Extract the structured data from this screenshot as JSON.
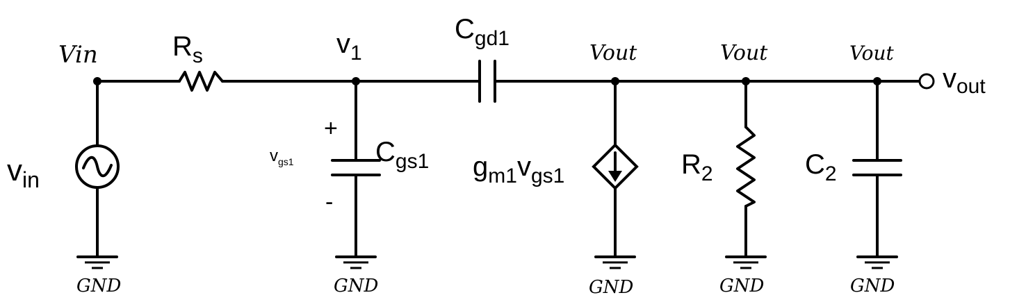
{
  "labels": {
    "vin_node": "Vin",
    "rs": {
      "main": "R",
      "sub": "s"
    },
    "v1": {
      "main": "v",
      "sub": "1"
    },
    "cgd1": {
      "main": "C",
      "sub": "gd1"
    },
    "vout_node_1": "Vout",
    "vout_node_2": "Vout",
    "vout_node_3": "Vout",
    "vout_terminal": {
      "main": "v",
      "sub": "out"
    },
    "vin_source": {
      "main": "v",
      "sub": "in"
    },
    "vgs1": {
      "main": "v",
      "sub": "gs1"
    },
    "plus": "+",
    "minus": "-",
    "cgs1": {
      "main": "C",
      "sub": "gs1"
    },
    "gm": {
      "g": "g",
      "m1": "m1",
      "v": "v",
      "gs1": "gs1"
    },
    "r2": {
      "main": "R",
      "sub": "2"
    },
    "c2": {
      "main": "C",
      "sub": "2"
    },
    "gnd": [
      "GND",
      "GND",
      "GND",
      "GND",
      "GND"
    ]
  }
}
